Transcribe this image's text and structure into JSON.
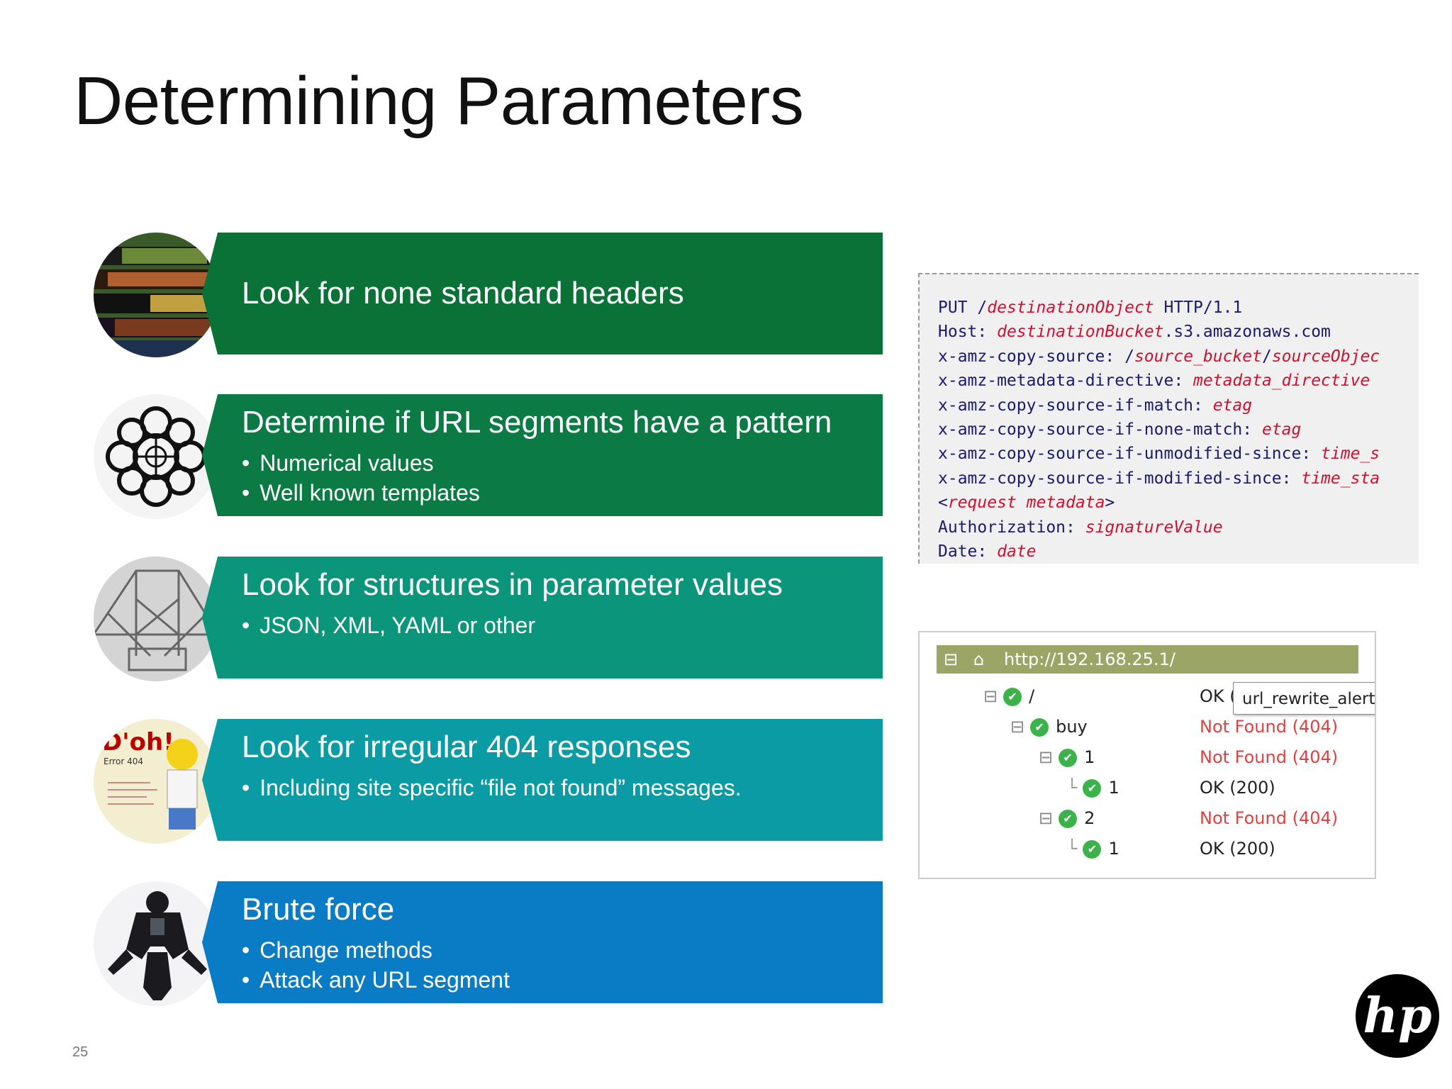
{
  "title": "Determining Parameters",
  "page_number": "25",
  "colors": {
    "band1": "#0a7236",
    "band2": "#0b7a45",
    "band3": "#0b957a",
    "band4": "#0a9ba5",
    "band5": "#0a7cc6"
  },
  "bands": [
    {
      "heading": "Look for none standard headers",
      "bullets": [],
      "image": "film-collage-image"
    },
    {
      "heading": "Determine if URL segments have a pattern",
      "bullets": [
        "Numerical values",
        "Well known templates"
      ],
      "image": "celtic-knot-image"
    },
    {
      "heading": "Look for structures in parameter values",
      "bullets": [
        "JSON, XML, YAML or other"
      ],
      "image": "truss-sketch-image"
    },
    {
      "heading": "Look for irregular 404 responses",
      "bullets": [
        "Including site specific “file not found” messages."
      ],
      "image": "doh-error-404-image"
    },
    {
      "heading": "Brute force",
      "bullets": [
        "Change methods",
        "Attack any URL segment"
      ],
      "image": "armored-figure-image"
    }
  ],
  "code": [
    [
      {
        "t": "PUT /"
      },
      {
        "v": "destinationObject"
      },
      {
        "t": " HTTP/1.1"
      }
    ],
    [
      {
        "t": "Host: "
      },
      {
        "v": "destinationBucket"
      },
      {
        "t": ".s3.amazonaws.com"
      }
    ],
    [
      {
        "t": "x-amz-copy-source: /"
      },
      {
        "v": "source_bucket"
      },
      {
        "t": "/"
      },
      {
        "v": "sourceObjec"
      }
    ],
    [
      {
        "t": "x-amz-metadata-directive: "
      },
      {
        "v": "metadata_directive"
      }
    ],
    [
      {
        "t": "x-amz-copy-source-if-match: "
      },
      {
        "v": "etag"
      }
    ],
    [
      {
        "t": "x-amz-copy-source-if-none-match: "
      },
      {
        "v": "etag"
      }
    ],
    [
      {
        "t": "x-amz-copy-source-if-unmodified-since: "
      },
      {
        "v": "time_s"
      }
    ],
    [
      {
        "t": "x-amz-copy-source-if-modified-since: "
      },
      {
        "v": "time_sta"
      }
    ],
    [
      {
        "t": "<"
      },
      {
        "v": "request metadata"
      },
      {
        "t": ">"
      }
    ],
    [
      {
        "t": "Authorization: "
      },
      {
        "v": "signatureValue"
      }
    ],
    [
      {
        "t": "Date: "
      },
      {
        "v": "date"
      }
    ]
  ],
  "tree": {
    "root_url": "http://192.168.25.1/",
    "tooltip": "url_rewrite_alert_b",
    "nodes": [
      {
        "label": "/",
        "status": "OK (",
        "kind": "ok"
      },
      {
        "label": "buy",
        "status": "Not Found (404)",
        "kind": "nf"
      },
      {
        "label": "1",
        "status": "Not Found (404)",
        "kind": "nf"
      },
      {
        "label": "1",
        "status": "OK (200)",
        "kind": "ok"
      },
      {
        "label": "2",
        "status": "Not Found (404)",
        "kind": "nf"
      },
      {
        "label": "1",
        "status": "OK (200)",
        "kind": "ok"
      }
    ]
  },
  "logo_text": "hp"
}
